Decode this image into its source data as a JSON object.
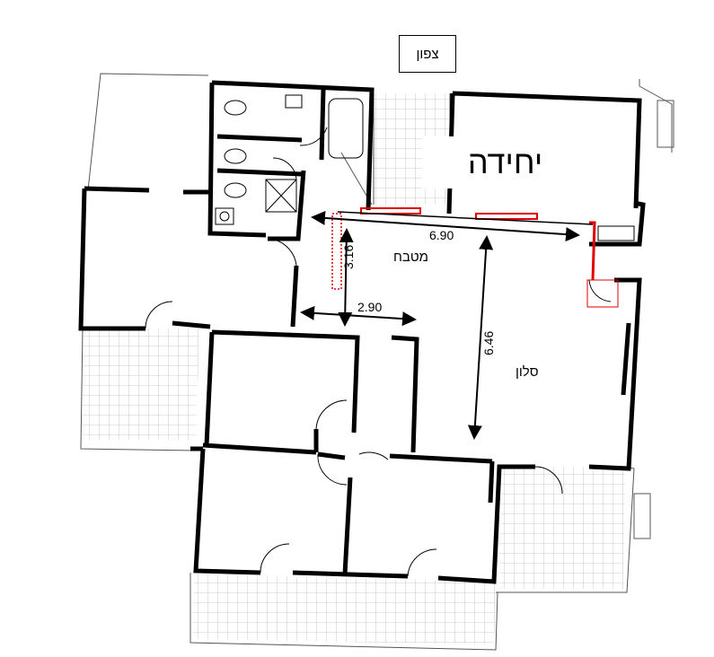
{
  "north_label": "צפון",
  "unit_label": "יחידה",
  "rooms": {
    "kitchen": "מטבח",
    "living": "סלון"
  },
  "dimensions": {
    "top_width": "6.90",
    "kitchen_depth": "3.16",
    "kitchen_width": "2.90",
    "living_depth": "6.46"
  },
  "colors": {
    "wall": "#000000",
    "thin_line": "#555555",
    "tile": "#bdbdbd",
    "highlight": "#e00000"
  }
}
